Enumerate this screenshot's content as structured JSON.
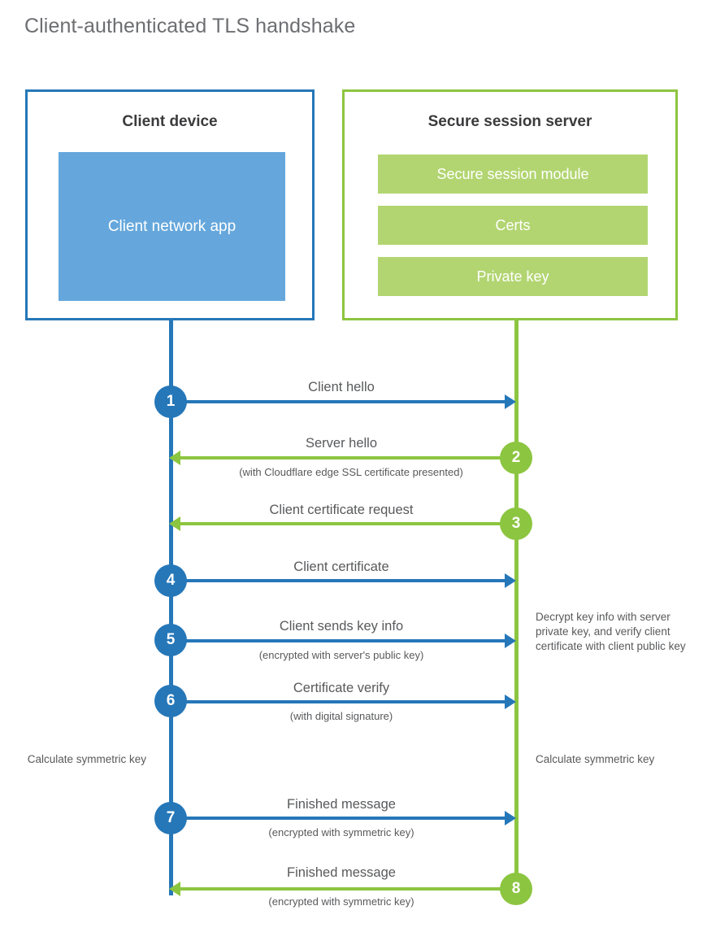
{
  "title": "Client-authenticated TLS handshake",
  "colors": {
    "client_blue": "#2577b8",
    "client_app_fill": "#65a7dc",
    "server_green": "#8cc540",
    "server_bar_fill": "#b2d571",
    "text_gray": "#58595b",
    "heading_gray": "#6d6e71",
    "background": "#ffffff"
  },
  "entities": {
    "client": {
      "title": "Client device",
      "inner_block": "Client network app"
    },
    "server": {
      "title": "Secure session server",
      "modules": [
        "Secure session module",
        "Certs",
        "Private key"
      ]
    }
  },
  "steps": [
    {
      "number": "1",
      "label": "Client hello",
      "sublabel": "",
      "direction": "client-to-server",
      "color": "blue"
    },
    {
      "number": "2",
      "label": "Server hello",
      "sublabel": "(with Cloudflare edge SSL certificate presented)",
      "direction": "server-to-client",
      "color": "green"
    },
    {
      "number": "3",
      "label": "Client certificate request",
      "sublabel": "",
      "direction": "server-to-client",
      "color": "green"
    },
    {
      "number": "4",
      "label": "Client certificate",
      "sublabel": "",
      "direction": "client-to-server",
      "color": "blue"
    },
    {
      "number": "5",
      "label": "Client sends key info",
      "sublabel": "(encrypted with server's public key)",
      "direction": "client-to-server",
      "color": "blue"
    },
    {
      "number": "6",
      "label": "Certificate verify",
      "sublabel": "(with digital signature)",
      "direction": "client-to-server",
      "color": "blue"
    },
    {
      "number": "7",
      "label": "Finished message",
      "sublabel": "(encrypted with symmetric key)",
      "direction": "client-to-server",
      "color": "blue"
    },
    {
      "number": "8",
      "label": "Finished message",
      "sublabel": "(encrypted with symmetric key)",
      "direction": "server-to-client",
      "color": "green"
    }
  ],
  "annotations": {
    "server_decrypt": "Decrypt key info with server private key, and verify client certificate with client public key",
    "client_calculate": "Calculate symmetric key",
    "server_calculate": "Calculate symmetric key"
  }
}
